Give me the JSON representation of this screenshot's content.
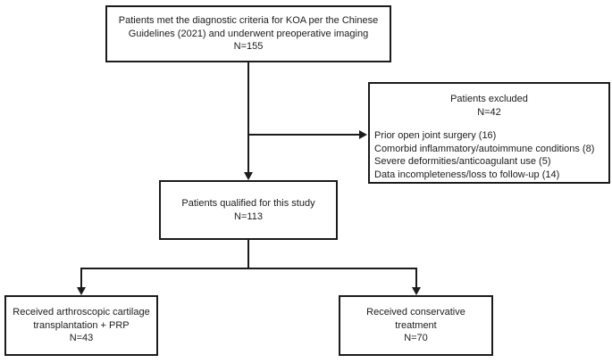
{
  "boxes": {
    "criteria": {
      "line1": "Patients met the diagnostic criteria for KOA per the Chinese",
      "line2": "Guidelines (2021) and underwent preoperative imaging",
      "n": "N=155"
    },
    "excluded": {
      "title": "Patients excluded",
      "n": "N=42",
      "reasons": [
        "Prior open joint surgery (16)",
        "Comorbid inflammatory/autoimmune conditions (8)",
        "Severe deformities/anticoagulant use (5)",
        "Data incompleteness/loss to follow-up (14)"
      ]
    },
    "qualified": {
      "line1": "Patients qualified for this study",
      "n": "N=113"
    },
    "treatment_arm": {
      "line1": "Received arthroscopic cartilage",
      "line2": "transplantation + PRP",
      "n": "N=43"
    },
    "control_arm": {
      "line1": "Received conservative",
      "line2": "treatment",
      "n": "N=70"
    }
  },
  "colors": {
    "line": "#1b1b1b",
    "background": "#ffffff"
  }
}
